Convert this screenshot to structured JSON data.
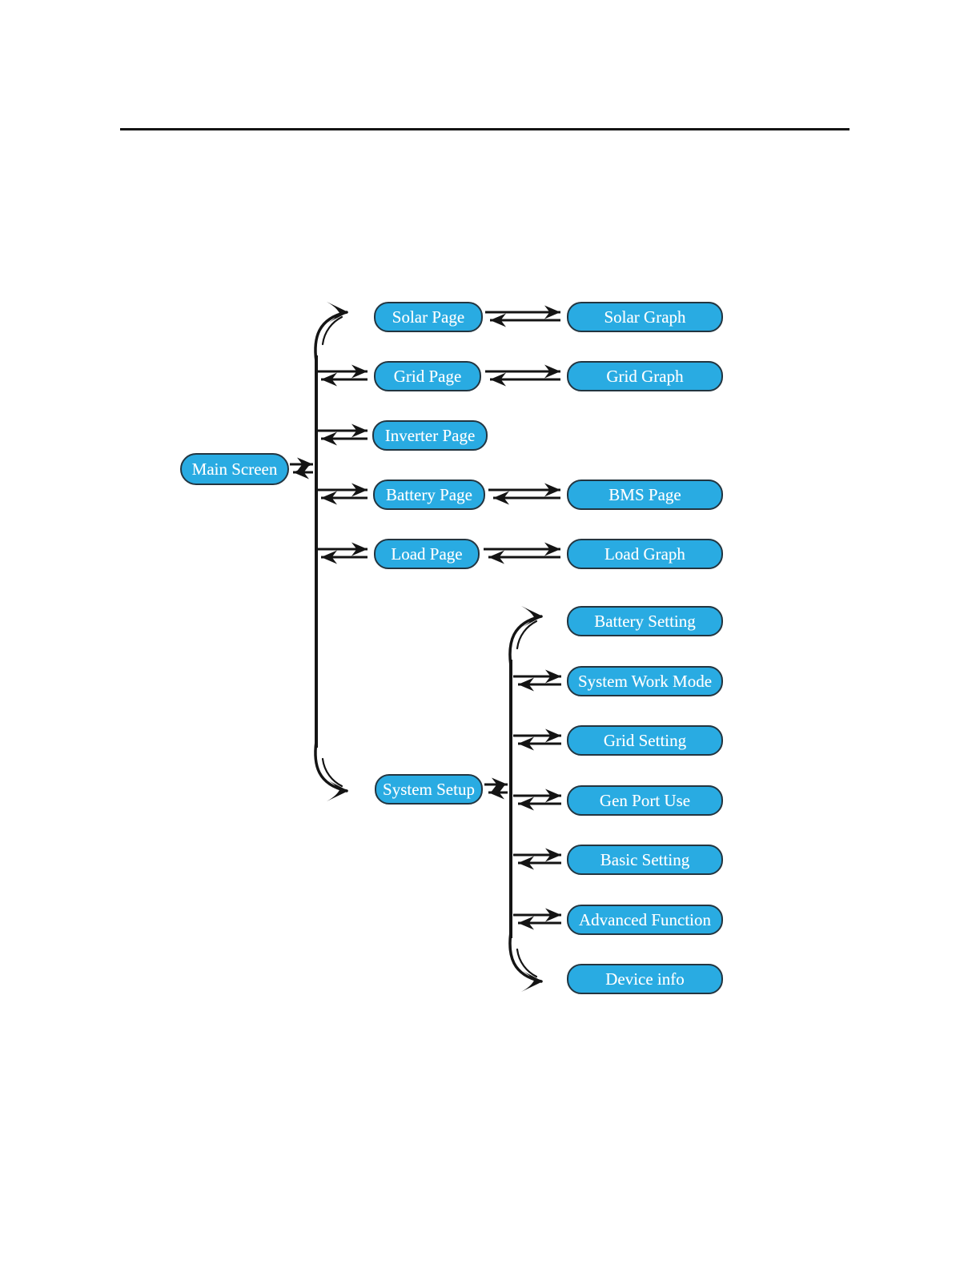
{
  "colors": {
    "node_fill": "#29abe2",
    "node_border": "#233540",
    "node_text": "#ffffff",
    "line": "#141414",
    "background": "#ffffff"
  },
  "diagram": {
    "type": "menu-structure-flowchart",
    "nodes": {
      "main_screen": "Main Screen",
      "solar_page": "Solar Page",
      "grid_page": "Grid Page",
      "inverter_page": "Inverter Page",
      "battery_page": "Battery Page",
      "load_page": "Load Page",
      "system_setup": "System Setup",
      "solar_graph": "Solar Graph",
      "grid_graph": "Grid Graph",
      "bms_page": "BMS Page",
      "load_graph": "Load Graph",
      "battery_setting": "Battery Setting",
      "system_work_mode": "System Work Mode",
      "grid_setting": "Grid Setting",
      "gen_port_use": "Gen Port Use",
      "basic_setting": "Basic Setting",
      "advanced_function": "Advanced Function",
      "device_info": "Device info"
    },
    "edges": [
      {
        "from": "main_screen",
        "to": "solar_page",
        "style": "flourish_arrow"
      },
      {
        "from": "main_screen",
        "to": "grid_page",
        "style": "double_arrow"
      },
      {
        "from": "main_screen",
        "to": "inverter_page",
        "style": "double_arrow"
      },
      {
        "from": "main_screen",
        "to": "battery_page",
        "style": "double_arrow"
      },
      {
        "from": "main_screen",
        "to": "load_page",
        "style": "double_arrow"
      },
      {
        "from": "main_screen",
        "to": "system_setup",
        "style": "flourish_arrow"
      },
      {
        "from": "solar_page",
        "to": "solar_graph",
        "style": "double_arrow"
      },
      {
        "from": "grid_page",
        "to": "grid_graph",
        "style": "double_arrow"
      },
      {
        "from": "battery_page",
        "to": "bms_page",
        "style": "double_arrow"
      },
      {
        "from": "load_page",
        "to": "load_graph",
        "style": "double_arrow"
      },
      {
        "from": "system_setup",
        "to": "battery_setting",
        "style": "flourish_arrow"
      },
      {
        "from": "system_setup",
        "to": "system_work_mode",
        "style": "double_arrow"
      },
      {
        "from": "system_setup",
        "to": "grid_setting",
        "style": "double_arrow"
      },
      {
        "from": "system_setup",
        "to": "gen_port_use",
        "style": "double_arrow"
      },
      {
        "from": "system_setup",
        "to": "basic_setting",
        "style": "double_arrow"
      },
      {
        "from": "system_setup",
        "to": "advanced_function",
        "style": "double_arrow"
      },
      {
        "from": "system_setup",
        "to": "device_info",
        "style": "flourish_arrow"
      }
    ]
  }
}
